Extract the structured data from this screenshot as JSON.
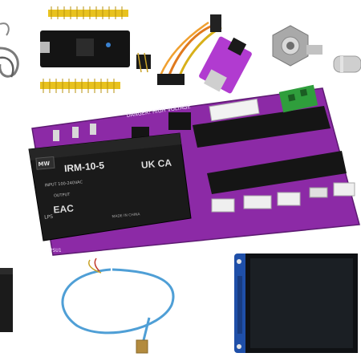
{
  "image": {
    "scene": "electronics-kit-product-photo",
    "background_color": "#ffffff"
  },
  "board": {
    "silkscreen_warning": "DANGER! HIGH VOLTAGE",
    "silkscreen_psu_label": "PSU1",
    "pcb_color": "#8c2aa6"
  },
  "psu_module": {
    "brand": "MW",
    "model": "IRM-10-5",
    "input_line": "INPUT 100-240VAC",
    "output_line": "OUTPUT",
    "ukca_mark": "UK CA",
    "eac_mark": "EAC",
    "lps_mark": "LPS",
    "country_line": "MADE IN CHINA",
    "case_color": "#1a1a1a"
  }
}
